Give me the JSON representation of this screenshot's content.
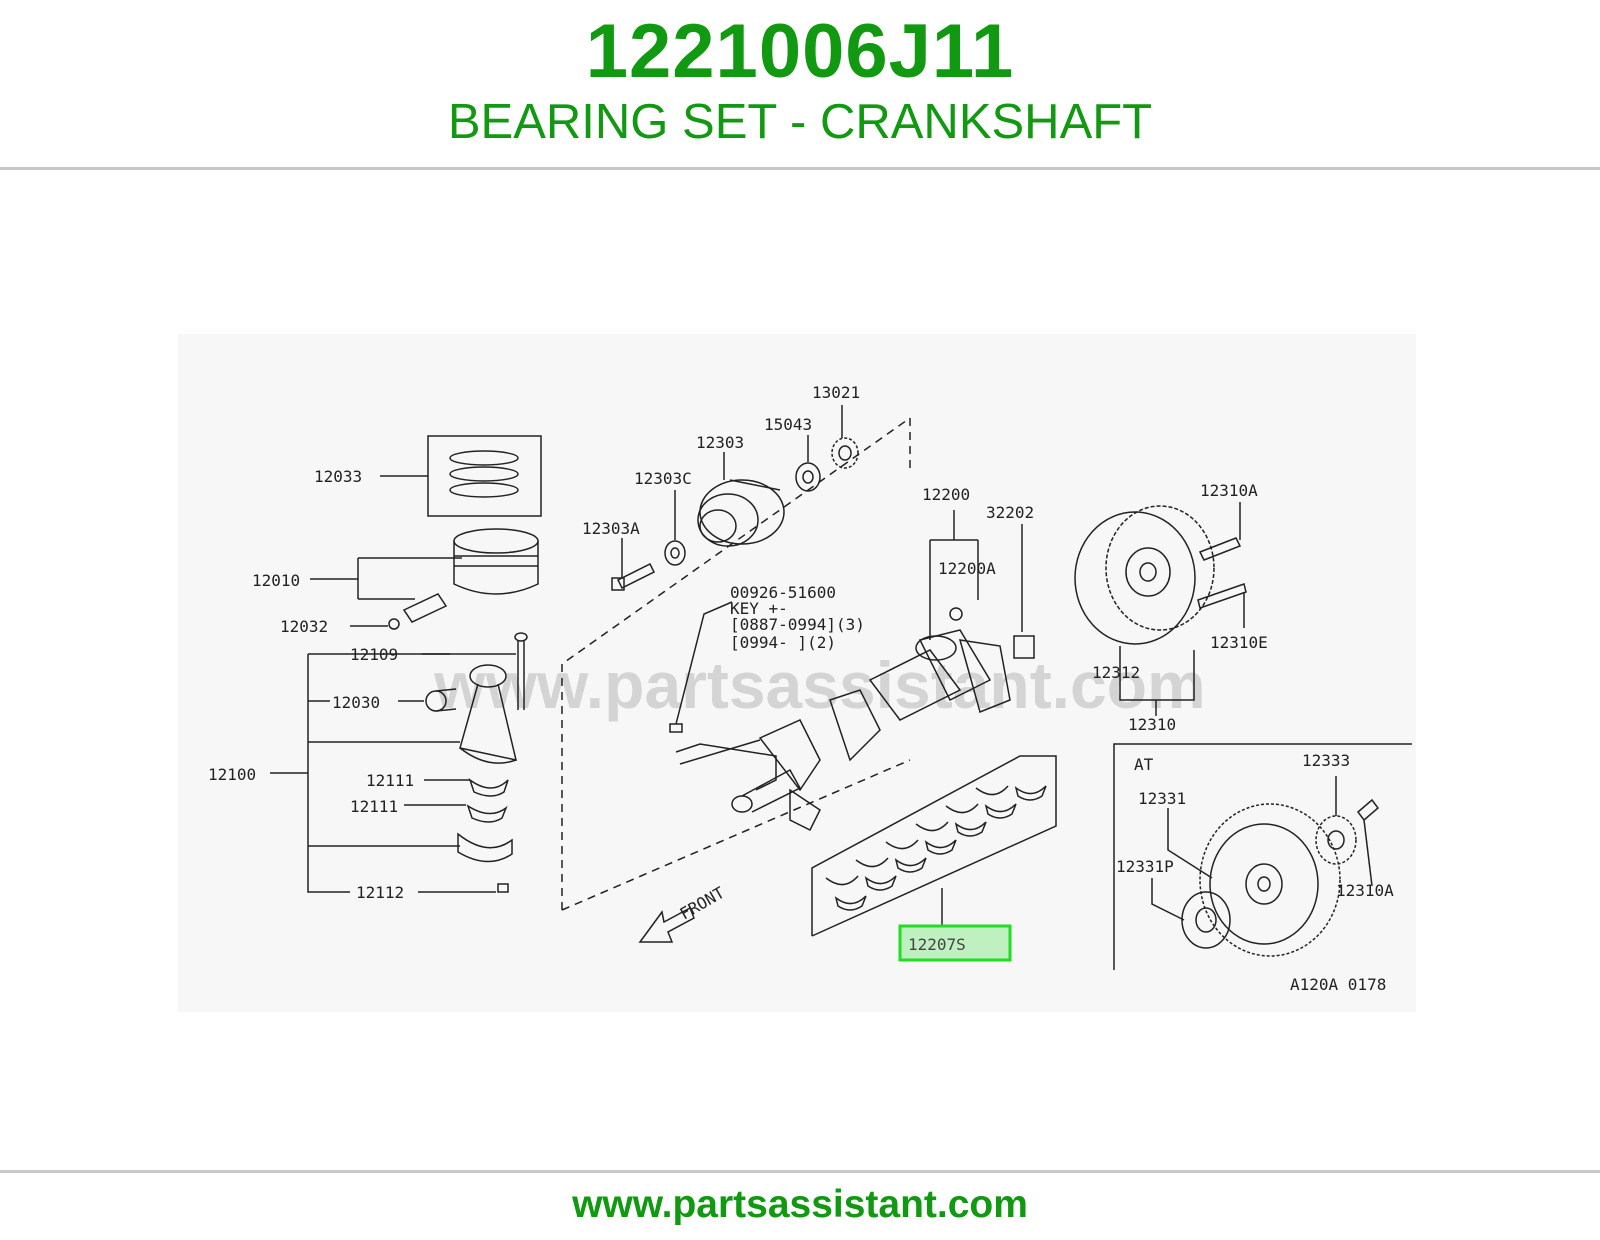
{
  "header": {
    "part_number": "1221006J11",
    "part_name": "BEARING SET - CRANKSHAFT"
  },
  "colors": {
    "brand_green": "#119911",
    "highlight_border": "#22dd22",
    "highlight_fill": "#bff0bf",
    "rule": "#c8c8c8",
    "watermark": "#d4d4d4"
  },
  "diagram": {
    "watermark": "www.partsassistant.com",
    "highlighted_label": "12207S",
    "labels": {
      "l12033": "12033",
      "l12010": "12010",
      "l12032": "12032",
      "l12109": "12109",
      "l12030": "12030",
      "l12100": "12100",
      "l12111a": "12111",
      "l12111b": "12111",
      "l12112": "12112",
      "l12303A": "12303A",
      "l12303C": "12303C",
      "l12303": "12303",
      "l15043": "15043",
      "l13021": "13021",
      "l12200": "12200",
      "l12200A": "12200A",
      "l32202": "32202",
      "l12310A_top": "12310A",
      "l12310E": "12310E",
      "l12312": "12312",
      "l12310": "12310",
      "key_line1": "00926-51600",
      "key_line2": "KEY  +-",
      "key_line3": "[0887-0994](3)",
      "key_line4": "[0994-     ](2)",
      "front": "FRONT",
      "at": "AT",
      "l12333": "12333",
      "l12331": "12331",
      "l12331P": "12331P",
      "l12310A_at": "12310A",
      "diagram_code": "A120A 0178"
    }
  },
  "footer": {
    "url": "www.partsassistant.com"
  }
}
